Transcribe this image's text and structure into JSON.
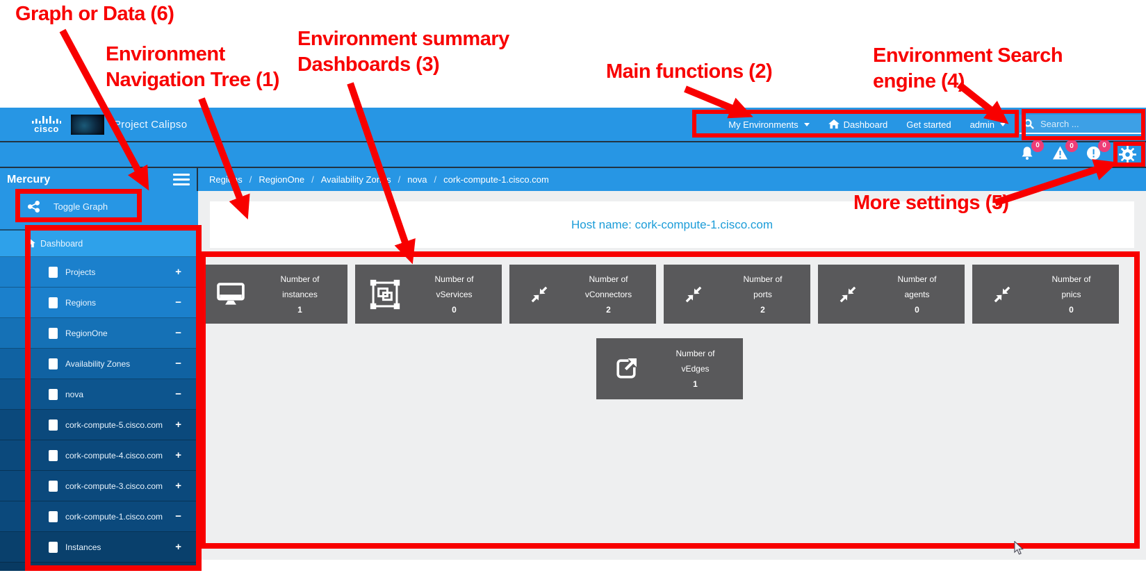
{
  "annotations": {
    "graph_or_data": "Graph or Data (6)",
    "nav_tree_line1": "Environment",
    "nav_tree_line2": "Navigation Tree (1)",
    "dashboards_line1": "Environment summary",
    "dashboards_line2": "Dashboards (3)",
    "main_functions": "Main functions (2)",
    "search_line1": "Environment Search",
    "search_line2": "engine (4)",
    "more_settings": "More settings (5)"
  },
  "header": {
    "brand": "cisco",
    "app_title": "Project Calipso",
    "menu": {
      "my_environments": "My Environments",
      "dashboard": "Dashboard",
      "get_started": "Get started",
      "admin": "admin"
    },
    "search_placeholder": "Search ...",
    "notifications": [
      {
        "icon": "bell-icon",
        "count": "0"
      },
      {
        "icon": "warning-triangle-icon",
        "count": "0"
      },
      {
        "icon": "error-circle-icon",
        "count": "0"
      }
    ]
  },
  "subheader": {
    "env_name": "Mercury",
    "breadcrumb": [
      "Regions",
      "RegionOne",
      "Availability Zones",
      "nova",
      "cork-compute-1.cisco.com"
    ]
  },
  "sidebar": {
    "toggle_graph": "Toggle Graph",
    "items": [
      {
        "label": "Dashboard",
        "icon": "home",
        "expander": "",
        "bg": "#2ea1ea"
      },
      {
        "label": "Projects",
        "icon": "doc",
        "expander": "+",
        "bg": "#1b80cc"
      },
      {
        "label": "Regions",
        "icon": "doc",
        "expander": "−",
        "bg": "#1b80cc"
      },
      {
        "label": "RegionOne",
        "icon": "doc",
        "expander": "−",
        "bg": "#1571b6"
      },
      {
        "label": "Availability Zones",
        "icon": "doc",
        "expander": "−",
        "bg": "#1062a2"
      },
      {
        "label": "nova",
        "icon": "doc",
        "expander": "−",
        "bg": "#0d558e"
      },
      {
        "label": "cork-compute-5.cisco.com",
        "icon": "doc",
        "expander": "+",
        "bg": "#0b497c"
      },
      {
        "label": "cork-compute-4.cisco.com",
        "icon": "doc",
        "expander": "+",
        "bg": "#0b497c"
      },
      {
        "label": "cork-compute-3.cisco.com",
        "icon": "doc",
        "expander": "+",
        "bg": "#0b497c"
      },
      {
        "label": "cork-compute-1.cisco.com",
        "icon": "doc",
        "expander": "−",
        "bg": "#0b497c"
      },
      {
        "label": "Instances",
        "icon": "doc",
        "expander": "+",
        "bg": "#09406c"
      }
    ]
  },
  "main": {
    "host_title": "Host name: cork-compute-1.cisco.com",
    "cards": [
      {
        "icon": "monitor-icon",
        "line1": "Number of",
        "line2": "instances",
        "count": "1"
      },
      {
        "icon": "object-group-icon",
        "line1": "Number of",
        "line2": "vServices",
        "count": "0"
      },
      {
        "icon": "compress-arrows-icon",
        "line1": "Number of",
        "line2": "vConnectors",
        "count": "2"
      },
      {
        "icon": "compress-arrows-icon",
        "line1": "Number of",
        "line2": "ports",
        "count": "2"
      },
      {
        "icon": "compress-arrows-icon",
        "line1": "Number of",
        "line2": "agents",
        "count": "0"
      },
      {
        "icon": "compress-arrows-icon",
        "line1": "Number of",
        "line2": "pnics",
        "count": "0"
      }
    ],
    "extra_card": {
      "icon": "external-link-icon",
      "line1": "Number of",
      "line2": "vEdges",
      "count": "1"
    }
  },
  "colors": {
    "header_blue": "#2796e4",
    "annotation_red": "#f80000",
    "card_bg": "#59595b",
    "badge_pink": "#ee3d77",
    "host_title_blue": "#1b9cd8",
    "content_gray": "#eeeff0"
  }
}
